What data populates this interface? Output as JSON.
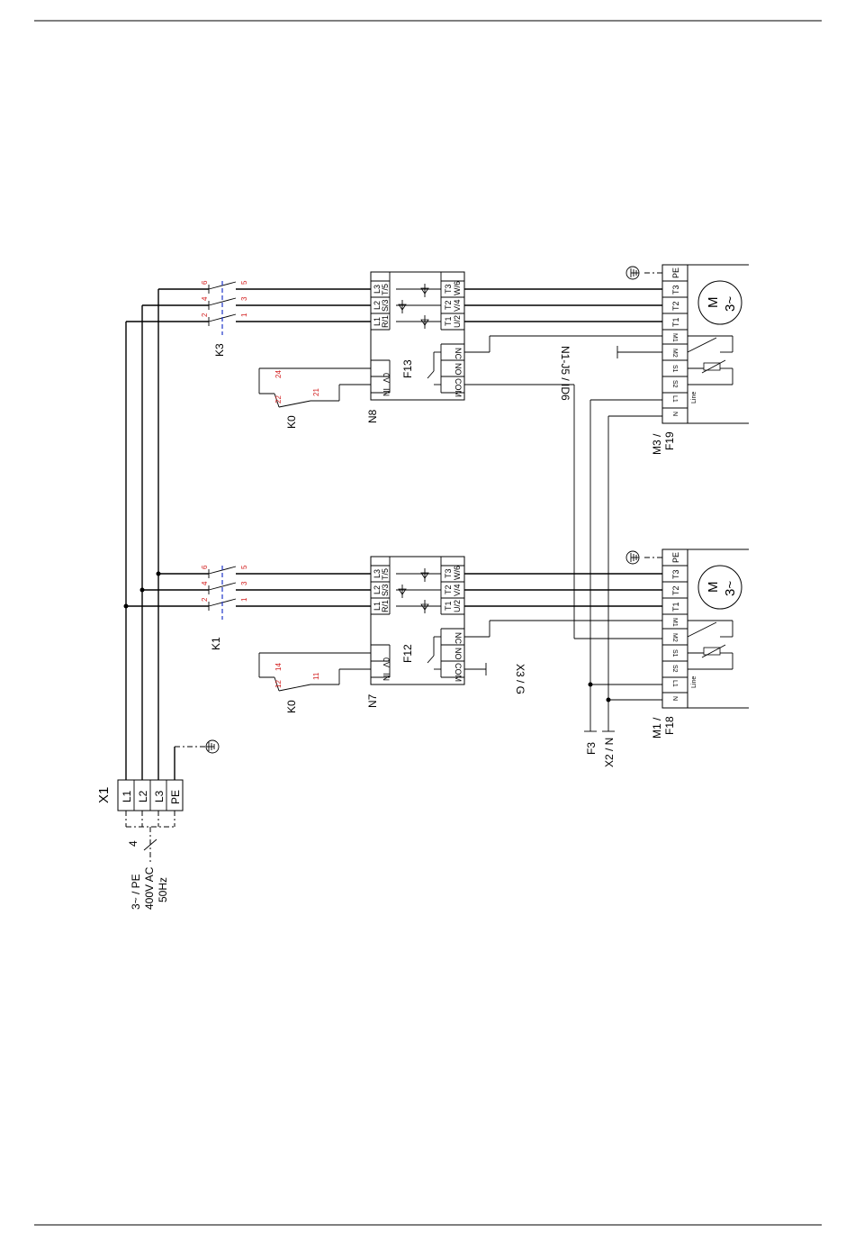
{
  "supply": {
    "label_line1": "3~ / PE",
    "label_line2": "400V AC",
    "label_line3": "50Hz",
    "wire_count": "4"
  },
  "terminal_block": {
    "label": "X1",
    "terminals": [
      "L1",
      "L2",
      "L3",
      "PE"
    ]
  },
  "upper_circuit": {
    "contactor": "K3",
    "contactor_pins": [
      "2",
      "4",
      "6",
      "1",
      "3",
      "5"
    ],
    "aux_contact": "K0",
    "aux_pins": [
      "22",
      "24",
      "21"
    ],
    "controller_id": "N8",
    "fuse_id": "F13",
    "inputs_left": [
      "L1",
      "R/1",
      "L2",
      "S/3",
      "L3",
      "T/5"
    ],
    "inputs_right": [
      "T1",
      "U/2",
      "T2",
      "V/4",
      "T3",
      "W/6"
    ],
    "control_terms": [
      "0V",
      "IN"
    ],
    "relay_terms": [
      "NC",
      "NO",
      "COM"
    ],
    "relay_ref": "N1-J5 / ID6",
    "motor_id_line1": "M3 /",
    "motor_id_line2": "F19"
  },
  "lower_circuit": {
    "contactor": "K1",
    "contactor_pins": [
      "2",
      "4",
      "6",
      "1",
      "3",
      "5"
    ],
    "aux_contact": "K0",
    "aux_pins": [
      "12",
      "14",
      "11"
    ],
    "controller_id": "N7",
    "fuse_id": "F12",
    "inputs_left": [
      "L1",
      "R/1",
      "L2",
      "S/3",
      "L3",
      "T/5"
    ],
    "inputs_right": [
      "T1",
      "U/2",
      "T2",
      "V/4",
      "T3",
      "W/6"
    ],
    "control_terms": [
      "0V",
      "IN"
    ],
    "relay_terms": [
      "NC",
      "NO",
      "COM"
    ],
    "relay_ref": "X3 / G",
    "motor_id_line1": "M1 /",
    "motor_id_line2": "F18"
  },
  "motor": {
    "symbol_line1": "M",
    "symbol_line2": "3~",
    "terminals": [
      "PE",
      "T3",
      "T2",
      "T1",
      "M1",
      "M2",
      "S1",
      "S2",
      "L1",
      "N"
    ],
    "line_label": "Line"
  },
  "bus": {
    "f3": "F3",
    "x2n": "X2 / N"
  }
}
